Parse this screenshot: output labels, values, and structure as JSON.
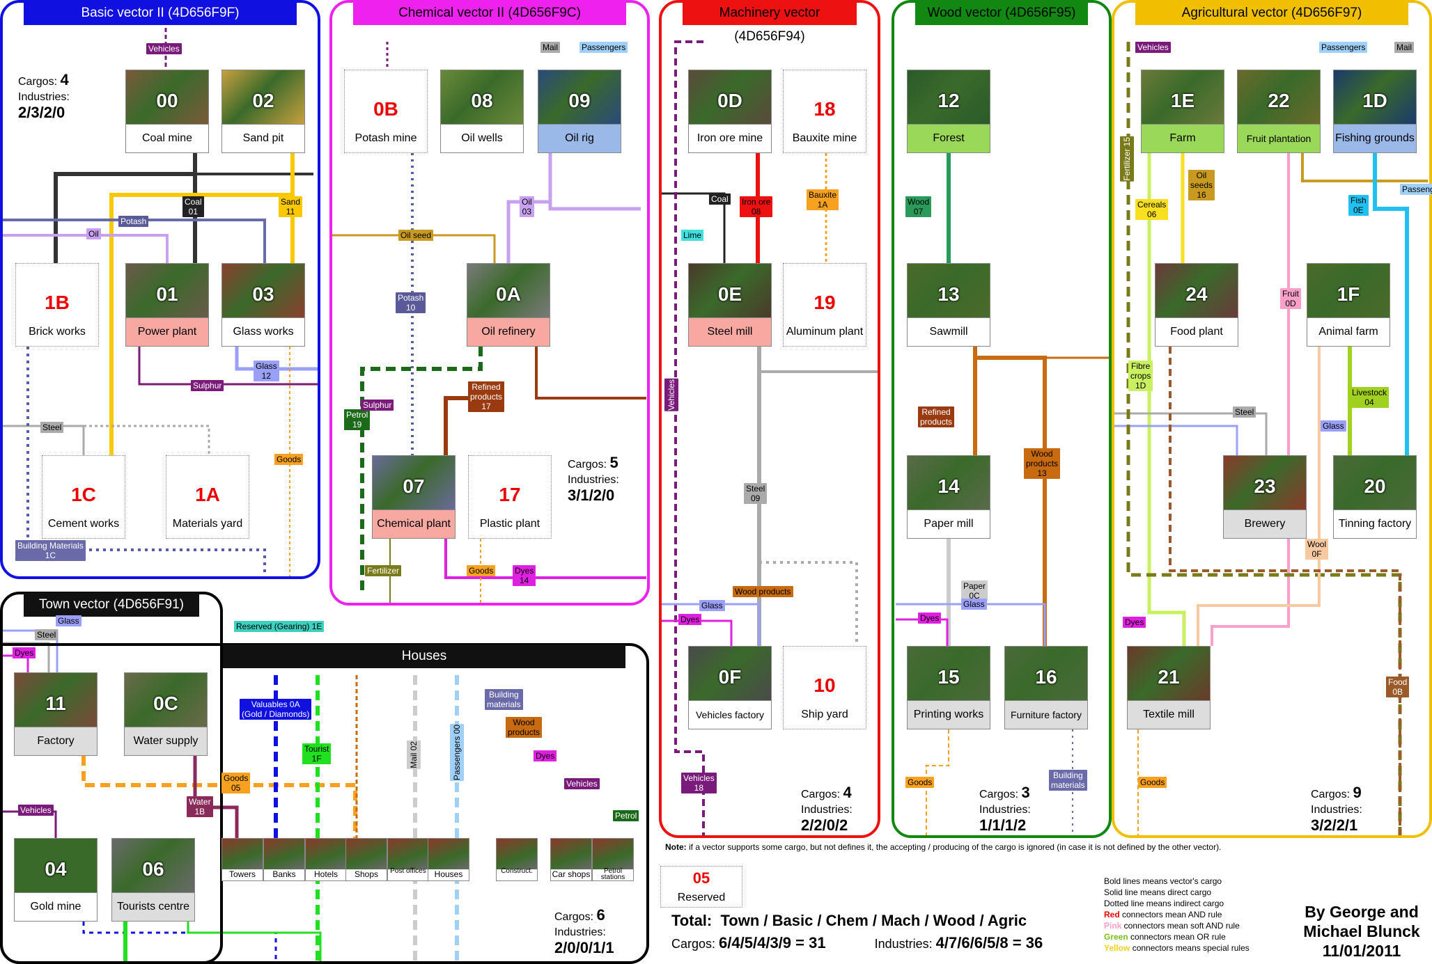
{
  "vectors": {
    "basic": {
      "title": "Basic vector II (4D656F9F)",
      "color": "#1010e0",
      "stat_label_cargos": "Cargos:",
      "cargos": "4",
      "stat_label_ind": "Industries:",
      "industries": "2/3/2/0"
    },
    "chem": {
      "title": "Chemical vector II (4D656F9C)",
      "color": "#ee22ee",
      "stat_label_cargos": "Cargos:",
      "cargos": "5",
      "stat_label_ind": "Industries:",
      "industries": "3/1/2/0"
    },
    "mach": {
      "title": "Machinery vector (4D656F94)",
      "color": "#ee1111",
      "stat_label_cargos": "Cargos:",
      "cargos": "4",
      "stat_label_ind": "Industries:",
      "industries": "2/2/0/2"
    },
    "wood": {
      "title": "Wood vector (4D656F95)",
      "color": "#118811",
      "stat_label_cargos": "Cargos:",
      "cargos": "3",
      "stat_label_ind": "Industries:",
      "industries": "1/1/1/2"
    },
    "agri": {
      "title": "Agricultural vector (4D656F97)",
      "color": "#f0c000",
      "stat_label_cargos": "Cargos:",
      "cargos": "9",
      "stat_label_ind": "Industries:",
      "industries": "3/2/2/1"
    },
    "town": {
      "title": "Town vector (4D656F91)",
      "color": "#000000",
      "stat_label_cargos": "Cargos:",
      "cargos": "6",
      "stat_label_ind": "Industries:",
      "industries": "2/0/0/1/1"
    },
    "houses": {
      "title": "Houses"
    }
  },
  "industries": [
    {
      "id": "00",
      "name": "Coal mine",
      "pic": "#7a5a3a",
      "bg": "#fff"
    },
    {
      "id": "02",
      "name": "Sand pit",
      "pic": "#c8a040",
      "bg": "#fff"
    },
    {
      "id": "1B",
      "name": "Brick works",
      "pic": "",
      "bg": "#fff"
    },
    {
      "id": "01",
      "name": "Power plant",
      "pic": "#6a5a4a",
      "bg": "#f7a8a0"
    },
    {
      "id": "03",
      "name": "Glass works",
      "pic": "#8a4030",
      "bg": "#fff"
    },
    {
      "id": "1C",
      "name": "Cement works",
      "pic": "",
      "bg": "#fff"
    },
    {
      "id": "1A",
      "name": "Materials yard",
      "pic": "",
      "bg": "#fff"
    },
    {
      "id": "0B",
      "name": "Potash mine",
      "pic": "",
      "bg": "#fff"
    },
    {
      "id": "08",
      "name": "Oil wells",
      "pic": "#6b8a3a",
      "bg": "#fff"
    },
    {
      "id": "09",
      "name": "Oil rig",
      "pic": "#2a4a7a",
      "bg": "#9ab8e8"
    },
    {
      "id": "0A",
      "name": "Oil refinery",
      "pic": "#7a7a7a",
      "bg": "#f7a8a0"
    },
    {
      "id": "07",
      "name": "Chemical plant",
      "pic": "#6a6a9a",
      "bg": "#f7a8a0"
    },
    {
      "id": "17",
      "name": "Plastic plant",
      "pic": "",
      "bg": "#fff"
    },
    {
      "id": "0D",
      "name": "Iron ore mine",
      "pic": "#5a4a3a",
      "bg": "#fff"
    },
    {
      "id": "18",
      "name": "Bauxite mine",
      "pic": "",
      "bg": "#fff"
    },
    {
      "id": "0E",
      "name": "Steel mill",
      "pic": "#4a3a2a",
      "bg": "#f7a8a0"
    },
    {
      "id": "19",
      "name": "Aluminum plant",
      "pic": "",
      "bg": "#fff"
    },
    {
      "id": "0F",
      "name": "Vehicles factory",
      "pic": "#4a4a4a",
      "bg": "#fff"
    },
    {
      "id": "10",
      "name": "Ship yard",
      "pic": "",
      "bg": "#fff"
    },
    {
      "id": "12",
      "name": "Forest",
      "pic": "#2a5a2a",
      "bg": "#9ad85a"
    },
    {
      "id": "13",
      "name": "Sawmill",
      "pic": "#4a6a2a",
      "bg": "#fff"
    },
    {
      "id": "14",
      "name": "Paper mill",
      "pic": "#5a6a4a",
      "bg": "#fff"
    },
    {
      "id": "15",
      "name": "Printing works",
      "pic": "#4a6a3a",
      "bg": "#ddd"
    },
    {
      "id": "16",
      "name": "Furniture factory",
      "pic": "#4a6a3a",
      "bg": "#ddd"
    },
    {
      "id": "1E",
      "name": "Farm",
      "pic": "#6a7a3a",
      "bg": "#9ad85a"
    },
    {
      "id": "22",
      "name": "Fruit plantation",
      "pic": "#6a6a2a",
      "bg": "#9ad85a"
    },
    {
      "id": "1D",
      "name": "Fishing grounds",
      "pic": "#1a3a6a",
      "bg": "#9ab8e8"
    },
    {
      "id": "24",
      "name": "Food plant",
      "pic": "#6a3a3a",
      "bg": "#fff"
    },
    {
      "id": "1F",
      "name": "Animal farm",
      "pic": "#4a6a2a",
      "bg": "#fff"
    },
    {
      "id": "23",
      "name": "Brewery",
      "pic": "#8a3a2a",
      "bg": "#ddd"
    },
    {
      "id": "20",
      "name": "Tinning factory",
      "pic": "#4a6a3a",
      "bg": "#fff"
    },
    {
      "id": "21",
      "name": "Textile mill",
      "pic": "#6a3a2a",
      "bg": "#ddd"
    },
    {
      "id": "11",
      "name": "Factory",
      "pic": "#7a4a3a",
      "bg": "#ddd"
    },
    {
      "id": "0C",
      "name": "Water supply",
      "pic": "#6a6a4a",
      "bg": "#ddd"
    },
    {
      "id": "04",
      "name": "Gold mine",
      "pic": "#3a6a2a",
      "bg": "#fff"
    },
    {
      "id": "06",
      "name": "Tourists centre",
      "pic": "#6a6a6a",
      "bg": "#ddd"
    },
    {
      "id": "05",
      "name": "Reserved",
      "pic": "",
      "bg": "#fff"
    }
  ],
  "houses": [
    "Towers",
    "Banks",
    "Hotels",
    "Shops",
    "Post offices",
    "Houses",
    "Construct.",
    "Car shops",
    "Petrol stations"
  ],
  "cargo_labels": [
    {
      "t": "Vehicles",
      "c": "#7a1a7a",
      "fc": "#fff"
    },
    {
      "t": "Coal\n01",
      "c": "#222",
      "fc": "#fff"
    },
    {
      "t": "Sand\n11",
      "c": "#f8c800",
      "fc": "#000"
    },
    {
      "t": "Potash",
      "c": "#5a5a9a",
      "fc": "#fff"
    },
    {
      "t": "Oil",
      "c": "#c8a0f0",
      "fc": "#000"
    },
    {
      "t": "Glass\n12",
      "c": "#9aa0f8",
      "fc": "#000"
    },
    {
      "t": "Sulphur",
      "c": "#7a1a7a",
      "fc": "#fff"
    },
    {
      "t": "Steel",
      "c": "#aaa",
      "fc": "#000"
    },
    {
      "t": "Goods",
      "c": "#f8a020",
      "fc": "#000"
    },
    {
      "t": "Building Materials\n1C",
      "c": "#6a6aaa",
      "fc": "#fff"
    },
    {
      "t": "Mail",
      "c": "#aaa",
      "fc": "#000"
    },
    {
      "t": "Passengers",
      "c": "#a0d0f8",
      "fc": "#000"
    },
    {
      "t": "Oil\n03",
      "c": "#c8a0f0",
      "fc": "#000"
    },
    {
      "t": "Oil seed",
      "c": "#c89a20",
      "fc": "#000"
    },
    {
      "t": "Potash\n10",
      "c": "#5a5a9a",
      "fc": "#fff"
    },
    {
      "t": "Petrol\n19",
      "c": "#1a6a1a",
      "fc": "#fff"
    },
    {
      "t": "Sulphur",
      "c": "#7a1a7a",
      "fc": "#fff"
    },
    {
      "t": "Refined\nproducts\n17",
      "c": "#9a3a10",
      "fc": "#fff"
    },
    {
      "t": "Fertilizer",
      "c": "#7a7a1a",
      "fc": "#fff"
    },
    {
      "t": "Goods",
      "c": "#f8a020",
      "fc": "#000"
    },
    {
      "t": "Dyes\n14",
      "c": "#e020e0",
      "fc": "#000"
    },
    {
      "t": "Coal",
      "c": "#222",
      "fc": "#fff"
    },
    {
      "t": "Iron ore\n08",
      "c": "#ee1111",
      "fc": "#000"
    },
    {
      "t": "Bauxite\n1A",
      "c": "#f8a020",
      "fc": "#000"
    },
    {
      "t": "Lime",
      "c": "#40e0e0",
      "fc": "#000"
    },
    {
      "t": "Vehicles",
      "c": "#7a1a7a",
      "fc": "#fff"
    },
    {
      "t": "Steel\n09",
      "c": "#aaa",
      "fc": "#000"
    },
    {
      "t": "Wood products",
      "c": "#c86a10",
      "fc": "#000"
    },
    {
      "t": "Glass",
      "c": "#9aa0f8",
      "fc": "#000"
    },
    {
      "t": "Dyes",
      "c": "#e020e0",
      "fc": "#000"
    },
    {
      "t": "Vehicles\n18",
      "c": "#7a1a7a",
      "fc": "#fff"
    },
    {
      "t": "Wood\n07",
      "c": "#2a9a5a",
      "fc": "#000"
    },
    {
      "t": "Refined\nproducts",
      "c": "#9a3a10",
      "fc": "#fff"
    },
    {
      "t": "Wood\nproducts\n13",
      "c": "#c86a10",
      "fc": "#000"
    },
    {
      "t": "Paper\n0C",
      "c": "#ccc",
      "fc": "#000"
    },
    {
      "t": "Glass",
      "c": "#9aa0f8",
      "fc": "#000"
    },
    {
      "t": "Dyes",
      "c": "#e020e0",
      "fc": "#000"
    },
    {
      "t": "Goods",
      "c": "#f8a020",
      "fc": "#000"
    },
    {
      "t": "Building\nmaterials",
      "c": "#6a6aaa",
      "fc": "#fff"
    },
    {
      "t": "Vehicles",
      "c": "#7a1a7a",
      "fc": "#fff"
    },
    {
      "t": "Passengers",
      "c": "#a0d0f8",
      "fc": "#000"
    },
    {
      "t": "Mail",
      "c": "#aaa",
      "fc": "#000"
    },
    {
      "t": "Fertilizer 15",
      "c": "#7a7a1a",
      "fc": "#fff"
    },
    {
      "t": "Oil\nseeds\n16",
      "c": "#c89a20",
      "fc": "#000"
    },
    {
      "t": "Cereals\n06",
      "c": "#f8e020",
      "fc": "#000"
    },
    {
      "t": "Fish\n0E",
      "c": "#20c0f0",
      "fc": "#000"
    },
    {
      "t": "Passengers",
      "c": "#a0d0f8",
      "fc": "#000"
    },
    {
      "t": "Fruit\n0D",
      "c": "#f8a0c8",
      "fc": "#000"
    },
    {
      "t": "Fibre\ncrops\n1D",
      "c": "#c8f060",
      "fc": "#000"
    },
    {
      "t": "Livestock\n04",
      "c": "#a0d020",
      "fc": "#000"
    },
    {
      "t": "Steel",
      "c": "#aaa",
      "fc": "#000"
    },
    {
      "t": "Glass",
      "c": "#9aa0f8",
      "fc": "#000"
    },
    {
      "t": "Wool\n0F",
      "c": "#f8c8a0",
      "fc": "#000"
    },
    {
      "t": "Dyes",
      "c": "#e020e0",
      "fc": "#000"
    },
    {
      "t": "Goods",
      "c": "#f8a020",
      "fc": "#000"
    },
    {
      "t": "Food\n0B",
      "c": "#9a5a2a",
      "fc": "#fff"
    },
    {
      "t": "Glass",
      "c": "#9aa0f8",
      "fc": "#000"
    },
    {
      "t": "Steel",
      "c": "#aaa",
      "fc": "#000"
    },
    {
      "t": "Dyes",
      "c": "#e020e0",
      "fc": "#000"
    },
    {
      "t": "Reserved (Gearing) 1E",
      "c": "#40d0c0",
      "fc": "#000"
    },
    {
      "t": "Valuables 0A\n(Gold / Diamonds)",
      "c": "#1010e0",
      "fc": "#fff"
    },
    {
      "t": "Tourist\n1F",
      "c": "#20e020",
      "fc": "#000"
    },
    {
      "t": "Mail 02",
      "c": "#ccc",
      "fc": "#000"
    },
    {
      "t": "Passengers 00",
      "c": "#a0d0f8",
      "fc": "#000"
    },
    {
      "t": "Building\nmaterials",
      "c": "#6a6aaa",
      "fc": "#fff"
    },
    {
      "t": "Wood\nproducts",
      "c": "#c86a10",
      "fc": "#000"
    },
    {
      "t": "Dyes",
      "c": "#e020e0",
      "fc": "#000"
    },
    {
      "t": "Vehicles",
      "c": "#7a1a7a",
      "fc": "#fff"
    },
    {
      "t": "Petrol",
      "c": "#1a6a1a",
      "fc": "#fff"
    },
    {
      "t": "Goods\n05",
      "c": "#f8a020",
      "fc": "#000"
    },
    {
      "t": "Water\n1B",
      "c": "#8a2a5a",
      "fc": "#fff"
    },
    {
      "t": "Vehicles",
      "c": "#7a1a7a",
      "fc": "#fff"
    }
  ],
  "footer": {
    "note_bold": "Note:",
    "note": " if a vector supports some cargo, but not defines it, the accepting / producing of the cargo is ignored (in case it is not defined by the other vector).",
    "total_title": "Total:  Town / Basic / Chem / Mach / Wood / Agric",
    "total_cargos_label": "Cargos:",
    "total_cargos": "6/4/5/4/3/9 = 31",
    "total_ind_label": "Industries:",
    "total_ind": "4/7/6/6/5/8 = 36",
    "legend": [
      {
        "pre": "",
        "word": "",
        "rest": "Bold lines means vector's cargo",
        "c": "#000"
      },
      {
        "pre": "",
        "word": "",
        "rest": "Solid line means direct cargo",
        "c": "#000"
      },
      {
        "pre": "",
        "word": "",
        "rest": "Dotted line means indirect cargo",
        "c": "#000"
      },
      {
        "pre": "",
        "word": "Red",
        "rest": " connectors mean AND rule",
        "c": "#e00"
      },
      {
        "pre": "",
        "word": "Pink",
        "rest": " connectors mean soft AND rule",
        "c": "#f8a0c8"
      },
      {
        "pre": "",
        "word": "Green",
        "rest": " connectors mean OR rule",
        "c": "#7ac020"
      },
      {
        "pre": "",
        "word": "Yellow",
        "rest": " connectors means special rules",
        "c": "#f0d020"
      }
    ],
    "credits_1": "By George and",
    "credits_2": "Michael Blunck",
    "credits_3": "11/01/2011"
  }
}
